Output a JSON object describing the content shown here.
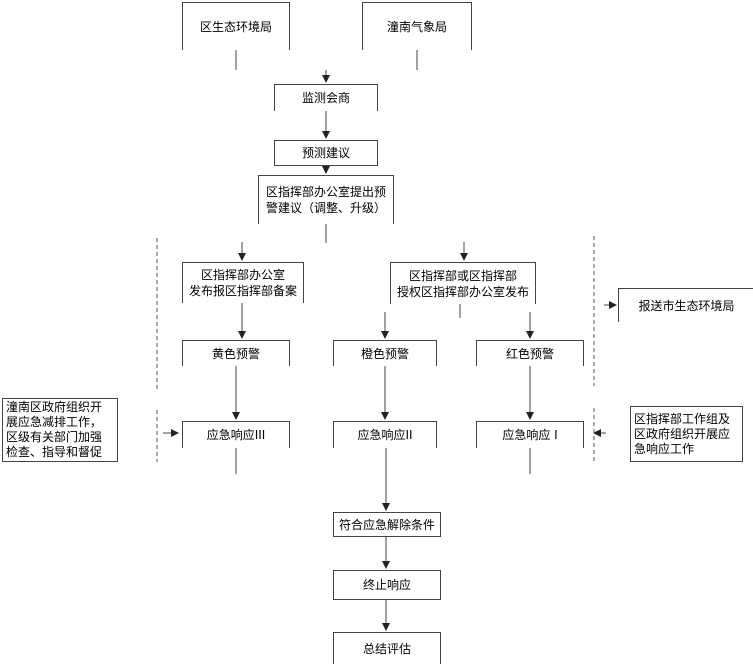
{
  "nodes": {
    "env_bureau": "区生态环境局",
    "weather_bureau": "潼南气象局",
    "monitor": "监测会商",
    "forecast": "预测建议",
    "proposal": "区指挥部办公室提出预\n警建议（调整、升级）",
    "office_publish": "区指挥部办公室\n发布报区指挥部备案",
    "authorized_publish": "区指挥部或区指挥部\n授权区指挥部办公室发布",
    "report_city": "报送市生态环境局",
    "yellow": "黄色预警",
    "orange": "橙色预警",
    "red": "红色预警",
    "response3": "应急响应III",
    "response2": "应急响应II",
    "response1": "应急响应 I",
    "left_note": "潼南区政府组织开\n展应急减排工作，\n区级有关部门加强\n检查、指导和督促",
    "right_note": "区指挥部工作组及\n区政府组织开展应\n急响应工作",
    "lift": "符合应急解除条件",
    "terminate": "终止响应",
    "evaluate": "总结评估"
  }
}
